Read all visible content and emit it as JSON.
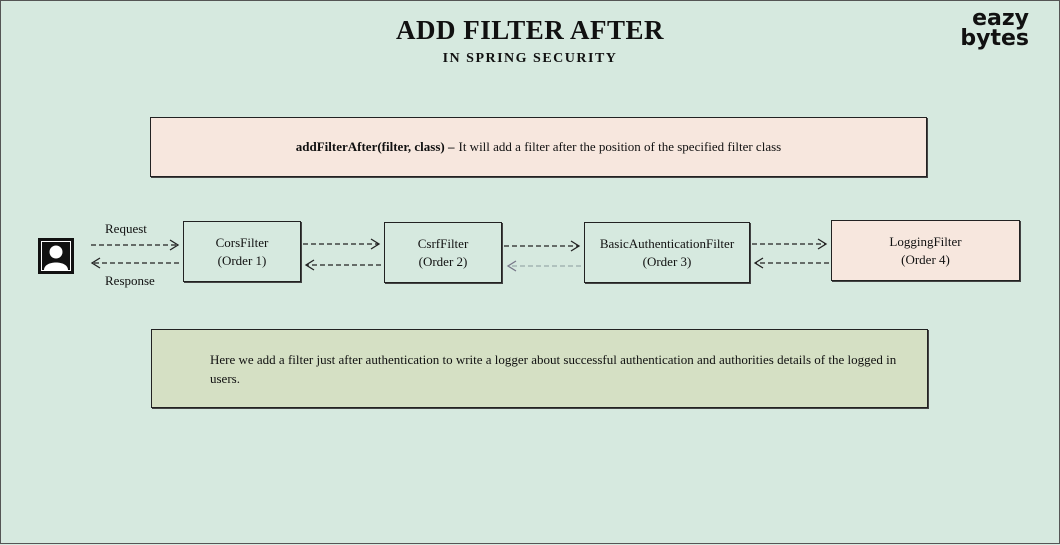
{
  "header": {
    "title": "ADD FILTER AFTER",
    "subtitle": "IN SPRING SECURITY",
    "logo_line1": "eazy",
    "logo_line2": "bytes"
  },
  "definition": {
    "method": "addFilterAfter(filter, class) –",
    "description": "It will add a filter after the position of  the specified filter class"
  },
  "flow": {
    "request_label": "Request",
    "response_label": "Response",
    "filters": [
      {
        "name": "CorsFilter",
        "order": "(Order 1)"
      },
      {
        "name": "CsrfFilter",
        "order": "(Order 2)"
      },
      {
        "name": "BasicAuthenticationFilter",
        "order": "(Order 3)"
      },
      {
        "name": "LoggingFilter",
        "order": "(Order 4)"
      }
    ]
  },
  "note": {
    "text": "Here we add a filter just after authentication to write a logger about successful authentication and authorities details of  the logged in users."
  },
  "colors": {
    "background": "#d6e9df",
    "highlight_box": "#f7e7de",
    "note_box": "#d5e0c4"
  }
}
